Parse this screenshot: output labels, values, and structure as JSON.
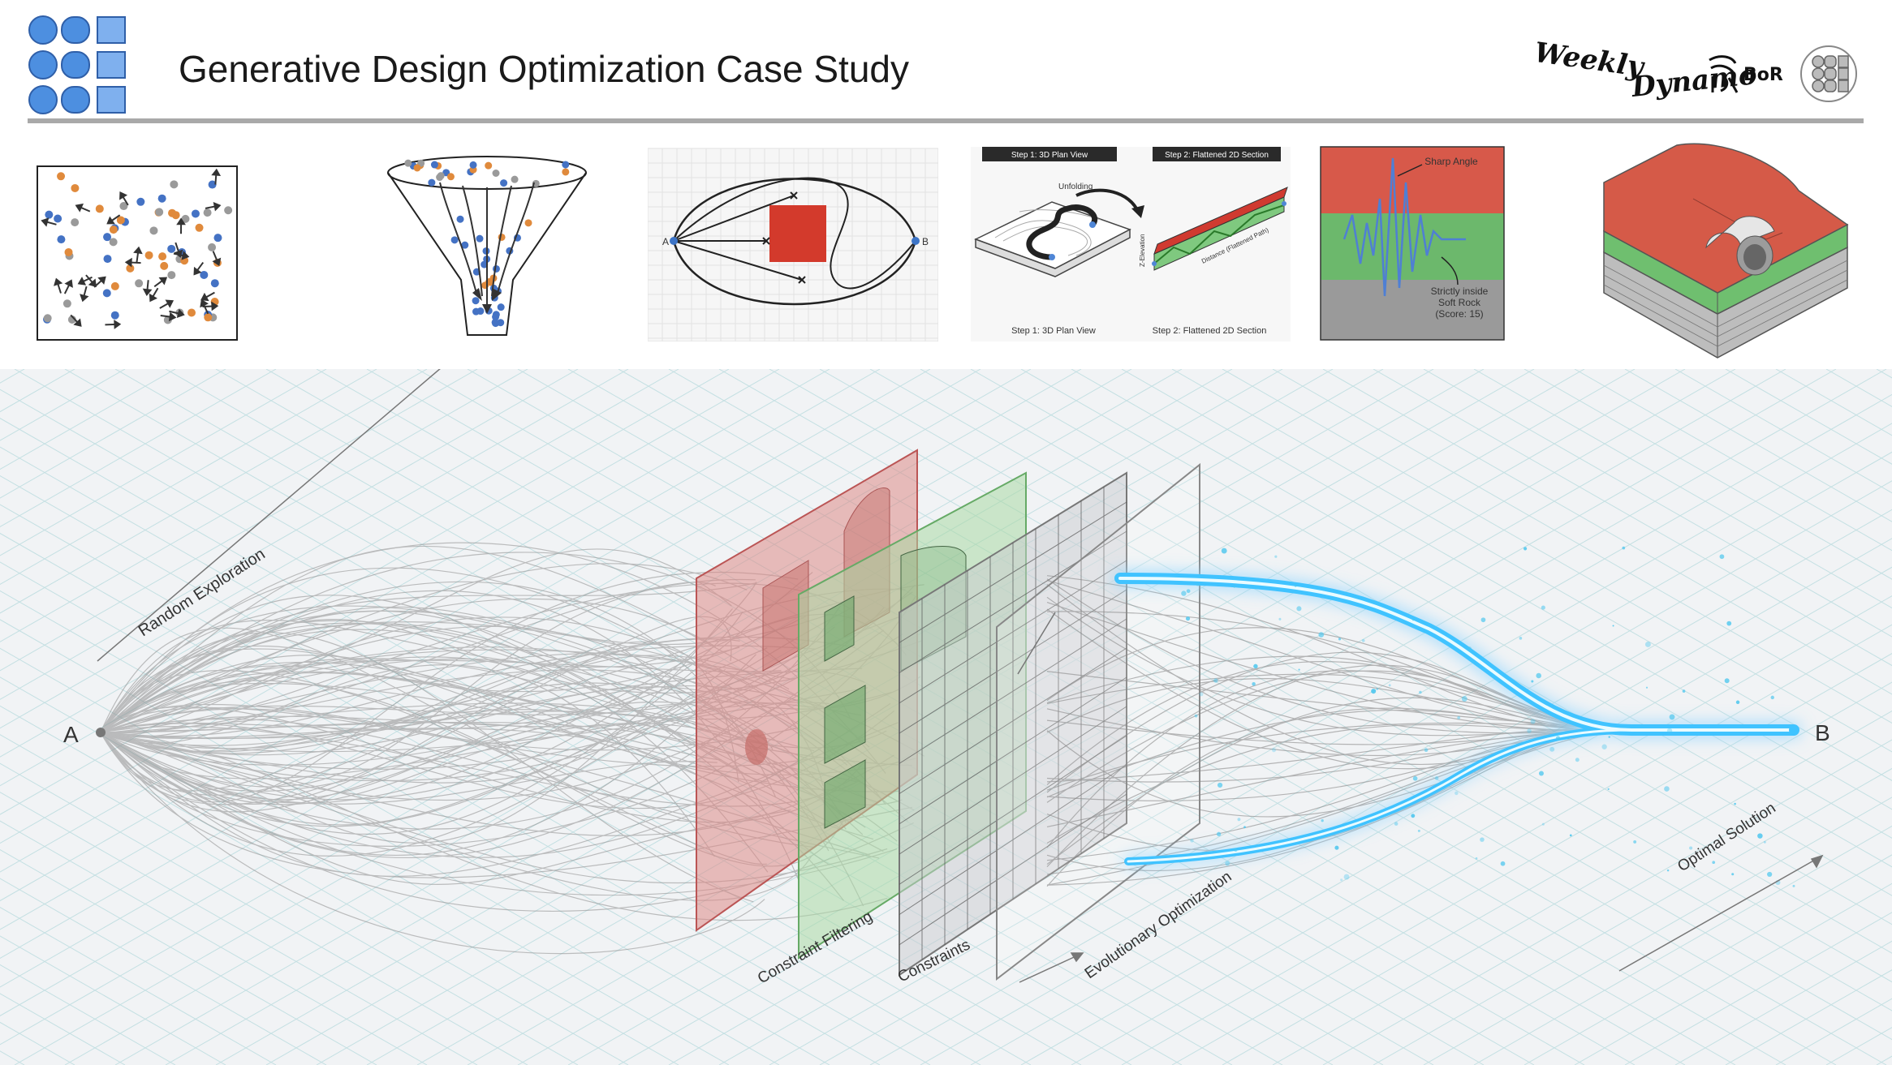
{
  "header": {
    "title": "Generative Design Optimization Case Study",
    "brand_line1": "Weekly",
    "brand_line2": "Dynamo",
    "brand_mark": "BoR"
  },
  "thumbnails": {
    "thumb3": {
      "label_a": "A",
      "label_b": "B"
    },
    "thumb4": {
      "tab_left": "Step 1: 3D Plan View",
      "tab_right": "Step 2: Flattened 2D Section",
      "arrow_label": "Unfolding",
      "caption_left": "Step 1: 3D Plan View",
      "caption_right": "Step 2: Flattened 2D Section",
      "axis_z": "Z-Elevation",
      "axis_distance": "Distance (Flattened Path)"
    },
    "thumb5": {
      "annotation_top": "Sharp Angle",
      "annotation_bottom_1": "Strictly inside",
      "annotation_bottom_2": "Soft Rock",
      "annotation_bottom_3": "(Score: 15)"
    }
  },
  "figure": {
    "point_a": "A",
    "point_b": "B",
    "label_random": "Random Exploration",
    "label_constraint_filtering": "Constraint Filtering",
    "label_constraints": "Constraints",
    "label_evolutionary": "Evolutionary Optimization",
    "label_optimal": "Optimal Solution"
  },
  "colors": {
    "accent_blue": "#4472c4",
    "dot_orange": "#e08a3c",
    "dot_grey": "#9a9a9a",
    "constraint_red": "#d9534f",
    "constraint_green": "#6cbf6c",
    "glow_blue": "#39c6ff"
  }
}
